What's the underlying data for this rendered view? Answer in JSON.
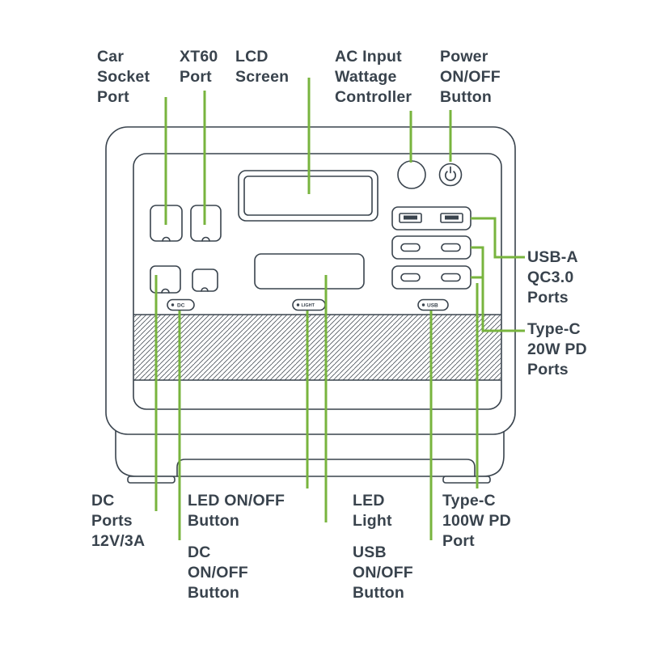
{
  "theme": {
    "accent": "#78b43e",
    "ink": "#39434d",
    "text": "#39434d"
  },
  "diagram_subject": "Portable power station front panel diagram",
  "labels": {
    "car_socket_port": "Car\nSocket\nPort",
    "xt60_port": "XT60\nPort",
    "lcd_screen": "LCD\nScreen",
    "ac_input": "AC Input\nWattage\nController",
    "power_button": "Power\nON/OFF\nButton",
    "usb_a": "USB-A\nQC3.0\nPorts",
    "type_c_20w": "Type-C\n20W PD\nPorts",
    "dc_ports": "DC\nPorts\n12V/3A",
    "led_on_off": "LED ON/OFF\nButton",
    "dc_on_off": "DC\nON/OFF\nButton",
    "led_light": "LED\nLight",
    "usb_on_off": "USB\nON/OFF\nButton",
    "type_c_100w": "Type-C\n100W PD\nPort"
  },
  "device_buttons": {
    "dc": "DC",
    "light": "LIGHT",
    "usb": "USB"
  }
}
